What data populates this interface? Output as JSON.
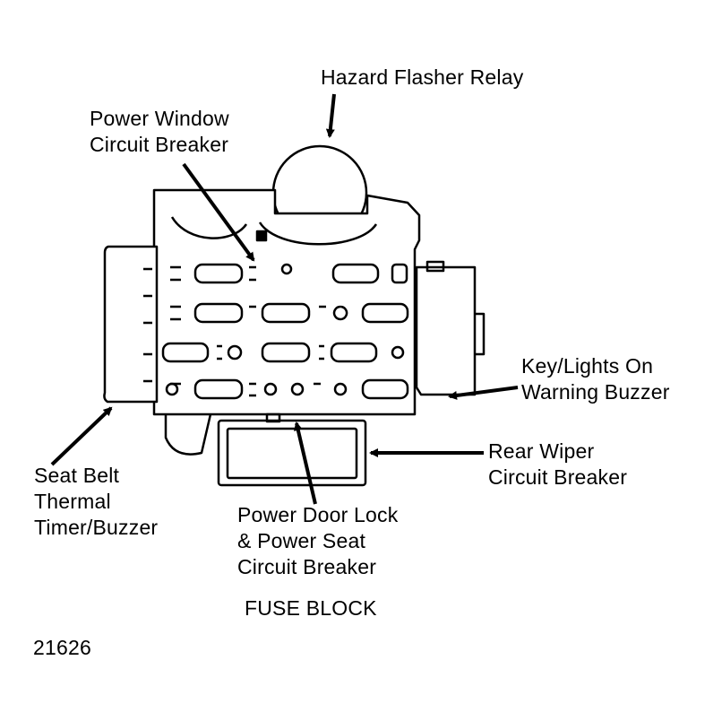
{
  "labels": {
    "hazard_flasher_relay": [
      "Hazard Flasher Relay"
    ],
    "power_window_cb": [
      "Power Window",
      "Circuit Breaker"
    ],
    "key_lights_buzzer": [
      "Key/Lights On",
      "Warning Buzzer"
    ],
    "rear_wiper_cb": [
      "Rear Wiper",
      "Circuit Breaker"
    ],
    "seat_belt_timer": [
      "Seat Belt",
      "Thermal",
      "Timer/Buzzer"
    ],
    "door_lock_seat_cb": [
      "Power Door Lock",
      "& Power Seat",
      "Circuit Breaker"
    ]
  },
  "caption": "FUSE BLOCK",
  "figure_number": "21626",
  "colors": {
    "ink": "#000000",
    "paper": "#ffffff"
  }
}
